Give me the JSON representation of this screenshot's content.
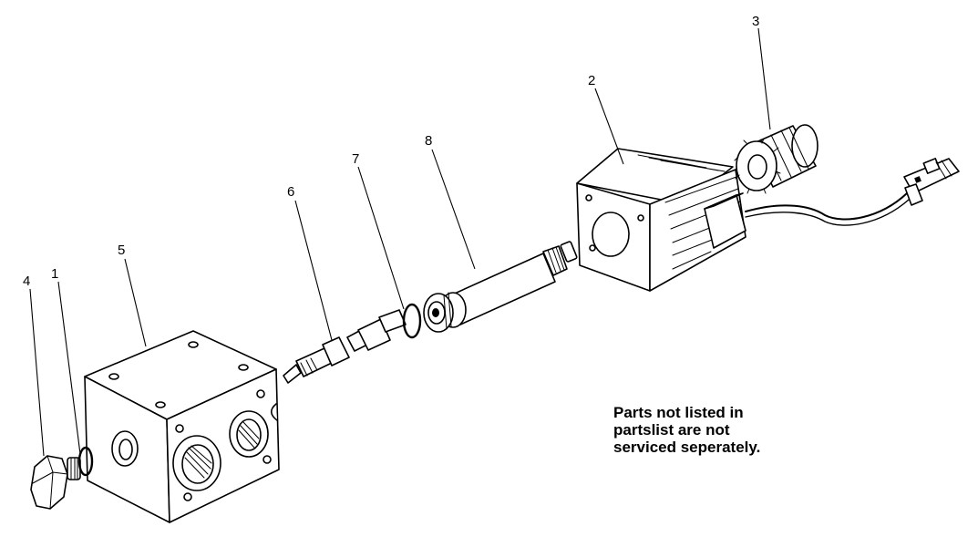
{
  "callouts": [
    "1",
    "2",
    "3",
    "4",
    "5",
    "6",
    "7",
    "8"
  ],
  "note_lines": [
    "Parts not listed in",
    "partslist are not",
    "serviced seperately."
  ],
  "colors": {
    "ink": "#000000",
    "paper": "#ffffff"
  }
}
